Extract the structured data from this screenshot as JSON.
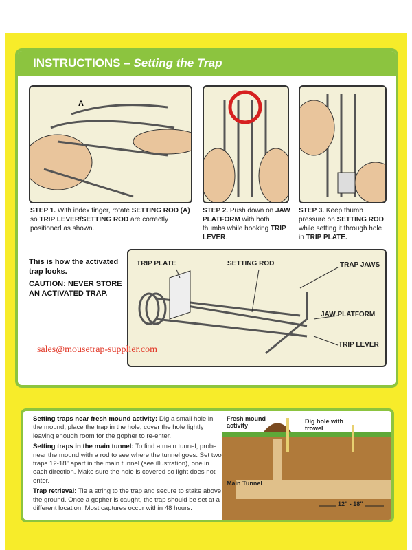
{
  "header": {
    "title": "INSTRUCTIONS",
    "subtitle": "Setting the Trap"
  },
  "steps": [
    {
      "num": "STEP 1.",
      "parts": [
        " With index finger,  rotate ",
        "SETTING ROD (A)",
        " so ",
        "TRIP LEVER/SETTING ROD",
        " are correctly positioned as shown."
      ]
    },
    {
      "num": "STEP 2.",
      "parts": [
        " Push down on ",
        "JAW PLATFORM",
        " with both thumbs while hooking ",
        "TRIP LEVER",
        "."
      ]
    },
    {
      "num": "STEP 3.",
      "parts": [
        " Keep thumb pressure on ",
        "SETTING ROD",
        " while setting it through hole in ",
        "TRIP PLATE."
      ]
    }
  ],
  "step1_marker": "A",
  "activated": {
    "line1": "This is how the activated trap looks.",
    "line2": "CAUTION: NEVER STORE AN ACTIVATED TRAP.",
    "labels": {
      "trip_plate": "TRIP PLATE",
      "setting_rod": "SETTING ROD",
      "trap_jaws": "TRAP JAWS",
      "jaw_platform": "JAW PLATFORM",
      "trip_lever": "TRIP LEVER"
    }
  },
  "watermark": "sales@mousetrap-supplier.com",
  "tips": [
    {
      "title": "Setting traps near fresh mound activity:",
      "body": " Dig a small hole in the mound, place the trap in the hole, cover the hole lightly leaving enough room for the gopher to re-enter."
    },
    {
      "title": "Setting traps in the main tunnel:",
      "body": " To find a main tunnel, probe near the mound with a rod to see where the tunnel goes. Set two traps 12-18\" apart in the main tunnel (see illustration), one in each direction. Make sure the hole is covered so light does not enter."
    },
    {
      "title": "Trap retrieval:",
      "body": " Tie a string to the trap and secure to stake above the ground. Once a gopher is caught, the trap should be set at a different location. Most captures occur within 48 hours."
    }
  ],
  "diagram": {
    "fresh": "Fresh mound activity",
    "dig": "Dig hole with trowel",
    "tunnel": "Main Tunnel",
    "distance": "12\" - 18\""
  },
  "colors": {
    "yellow": "#f7ec2a",
    "green": "#8cc43f"
  }
}
